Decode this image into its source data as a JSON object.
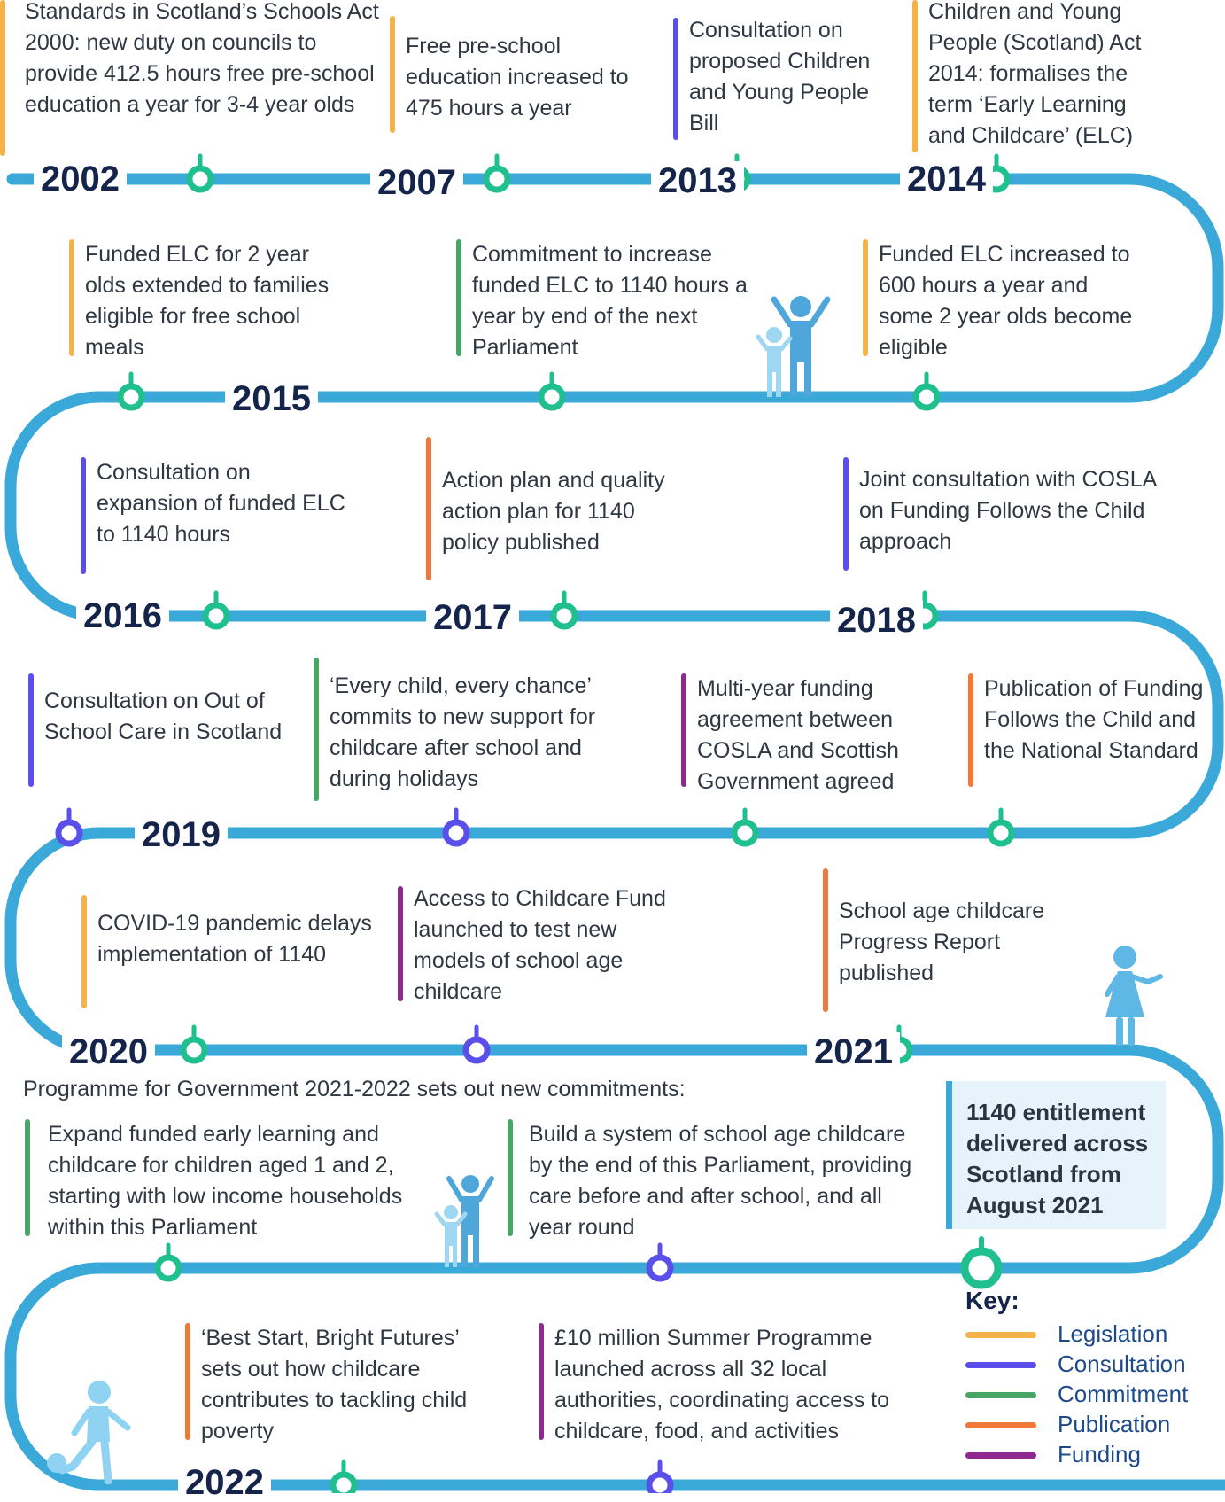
{
  "colors": {
    "track": "#3aa8d8",
    "node_default": "#1fbf8f",
    "node_consultation": "#5b4fe9",
    "legislation": "#f6b24a",
    "consultation": "#5b4fe9",
    "commitment": "#4aa564",
    "publication": "#f07838",
    "funding": "#8e2a8e",
    "year_text": "#15244a",
    "callout_bg": "#e6f3fa"
  },
  "years": [
    "2002",
    "2007",
    "2013",
    "2014",
    "2015",
    "2016",
    "2017",
    "2018",
    "2019",
    "2020",
    "2021",
    "2022"
  ],
  "events": [
    {
      "category": "legislation",
      "text": "Standards in Scotland’s Schools Act 2000: new duty on councils to provide 412.5 hours free pre-school education a year for 3-4 year olds"
    },
    {
      "category": "legislation",
      "text": "Free pre-school education increased to 475 hours a year"
    },
    {
      "category": "consultation",
      "text": "Consultation on proposed Children and Young People Bill"
    },
    {
      "category": "legislation",
      "text": "Children and Young People (Scotland) Act 2014: formalises the term ‘Early Learning and Childcare’ (ELC)"
    },
    {
      "category": "legislation",
      "text": "Funded ELC for 2 year olds extended to families eligible for free school meals"
    },
    {
      "category": "commitment",
      "text": "Commitment to increase funded ELC to 1140 hours a year by end of the next Parliament"
    },
    {
      "category": "legislation",
      "text": "Funded ELC increased to 600 hours a year and some 2 year olds become eligible"
    },
    {
      "category": "consultation",
      "text": "Consultation on expansion of funded ELC to 1140 hours"
    },
    {
      "category": "publication",
      "text": "Action plan and quality action plan for 1140 policy published"
    },
    {
      "category": "consultation",
      "text": "Joint consultation with COSLA on Funding Follows the Child approach"
    },
    {
      "category": "consultation",
      "text": "Consultation on Out of School Care in Scotland"
    },
    {
      "category": "commitment",
      "text": "‘Every child, every chance’ commits to new support for childcare after school and during holidays"
    },
    {
      "category": "funding",
      "text": "Multi-year funding agreement between COSLA and Scottish Government agreed"
    },
    {
      "category": "publication",
      "text": "Publication of Funding Follows the Child and the National Standard"
    },
    {
      "category": "legislation",
      "text": "COVID-19 pandemic delays implementation of 1140"
    },
    {
      "category": "funding",
      "text": "Access to Childcare Fund launched to test new models of school age childcare"
    },
    {
      "category": "publication",
      "text": "School age childcare Progress Report published"
    },
    {
      "category": "commitment",
      "text": "Expand funded early learning and childcare for children aged 1 and 2, starting with low income households within this Parliament"
    },
    {
      "category": "commitment",
      "text": "Build a system of school age childcare by the end of this Parliament, providing care before and after school, and all year round"
    },
    {
      "category": "publication",
      "text": "‘Best Start, Bright Futures’ sets out how childcare contributes to tackling child poverty"
    },
    {
      "category": "funding",
      "text": "£10 million Summer Programme launched across all 32 local authorities, coordinating access to childcare, food, and activities"
    }
  ],
  "pfg_heading": "Programme for Government 2021-2022 sets out new commitments:",
  "callout": "1140 entitlement delivered across Scotland from August 2021",
  "key": {
    "title": "Key:",
    "items": [
      {
        "label": "Legislation",
        "category": "legislation"
      },
      {
        "label": "Consultation",
        "category": "consultation"
      },
      {
        "label": "Commitment",
        "category": "commitment"
      },
      {
        "label": "Publication",
        "category": "publication"
      },
      {
        "label": "Funding",
        "category": "funding"
      }
    ]
  },
  "icons": [
    "children-cheering-icon",
    "girl-waving-icon",
    "child-kicking-ball-icon"
  ]
}
